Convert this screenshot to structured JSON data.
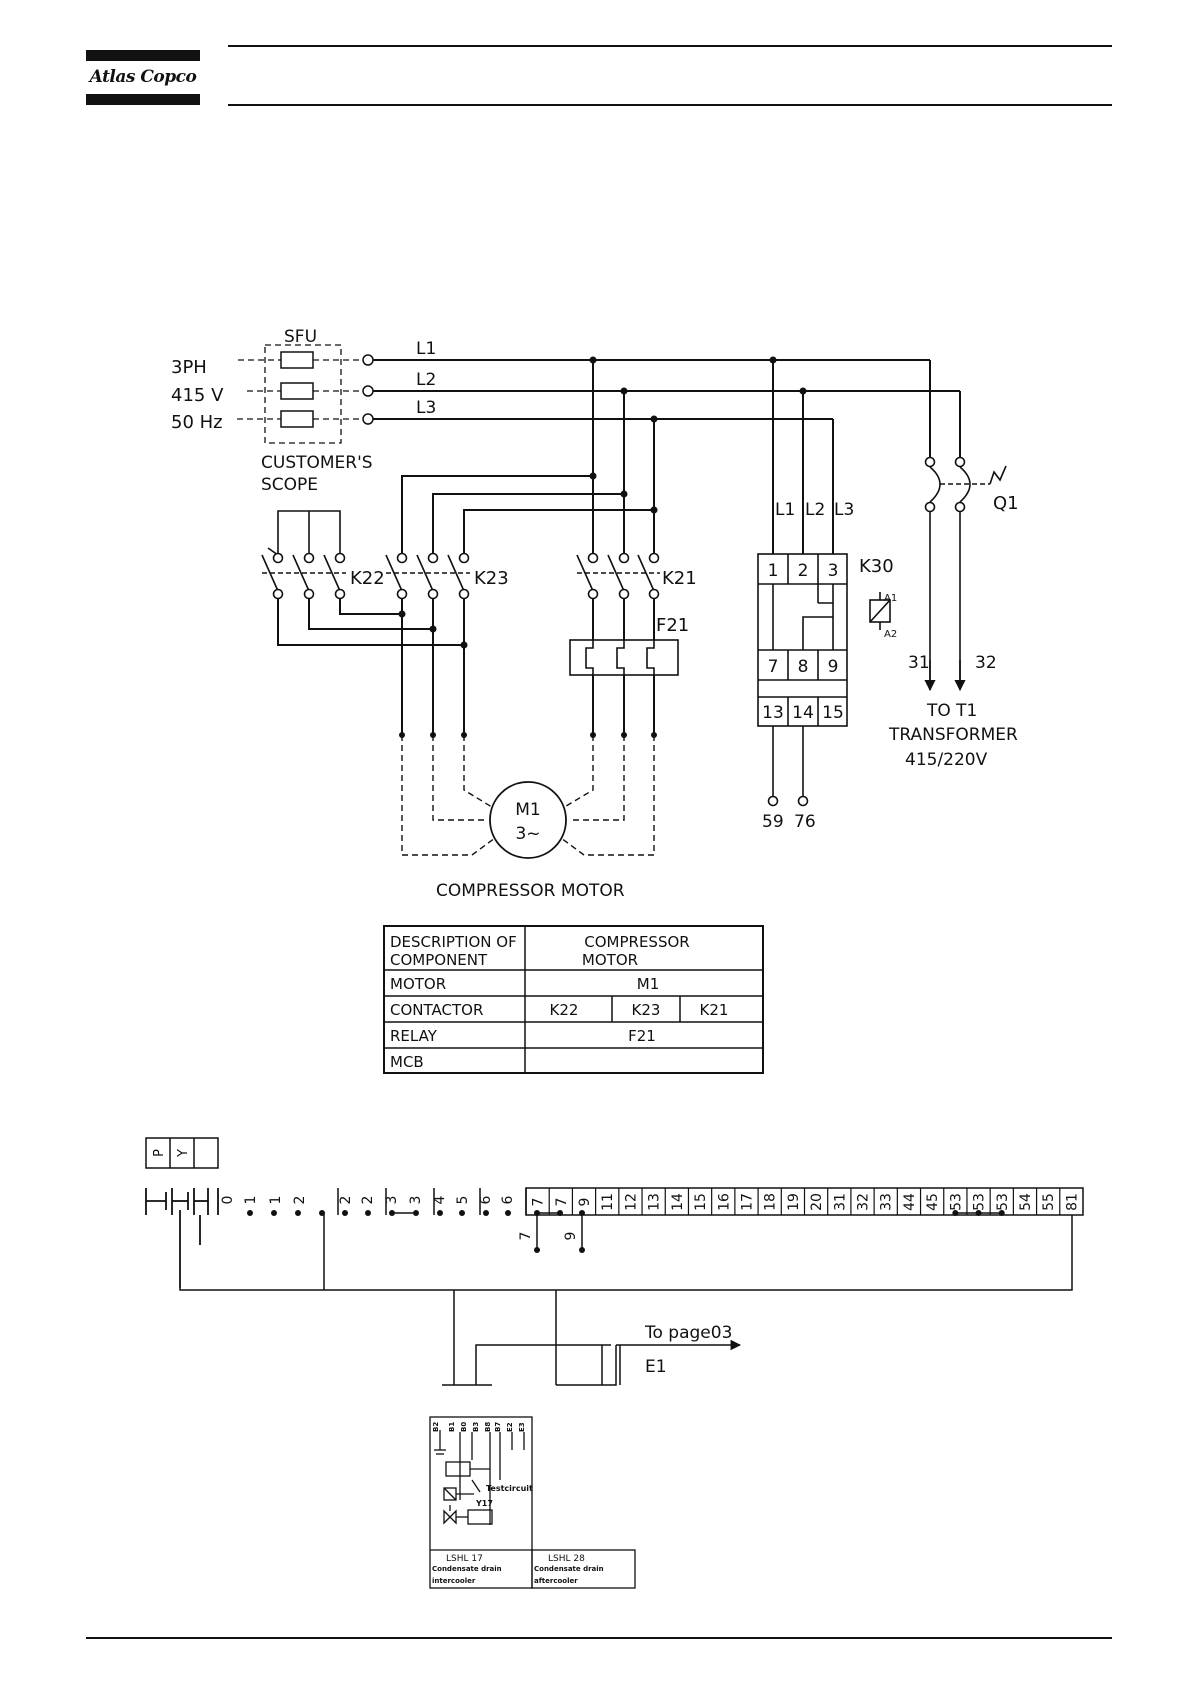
{
  "header": {
    "brand": "Atlas Copco"
  },
  "supply": {
    "phase": "3PH",
    "voltage": "415 V",
    "frequency": "50 Hz",
    "fuse_unit": "SFU",
    "scope_line1": "CUSTOMER'S",
    "scope_line2": "SCOPE"
  },
  "lines": [
    "L1",
    "L2",
    "L3"
  ],
  "contactors": {
    "k22": "K22",
    "k23": "K23",
    "k21": "K21"
  },
  "overload": "F21",
  "motor": {
    "id": "M1",
    "type": "3~",
    "caption": "COMPRESSOR MOTOR"
  },
  "relay_k30": {
    "id": "K30",
    "inputs": [
      "L1",
      "L2",
      "L3"
    ],
    "row1": [
      "1",
      "2",
      "3"
    ],
    "row2": [
      "7",
      "8",
      "9"
    ],
    "row3": [
      "13",
      "14",
      "15"
    ],
    "coil_a1": "A1",
    "coil_a2": "A2",
    "out1": "59",
    "out2": "76"
  },
  "breaker": {
    "id": "Q1",
    "out1": "31",
    "out2": "32",
    "to": "TO  T1",
    "transformer": "TRANSFORMER",
    "ratio": "415/220V"
  },
  "component_table": {
    "rows": [
      {
        "label": [
          "DESCRIPTION  OF",
          "COMPONENT"
        ],
        "values": [
          [
            "COMPRESSOR",
            "MOTOR"
          ]
        ]
      },
      {
        "label": [
          "MOTOR"
        ],
        "values": [
          [
            "M1"
          ]
        ]
      },
      {
        "label": [
          "CONTACTOR"
        ],
        "values": [
          [
            "K22"
          ],
          [
            "K23"
          ],
          [
            "K21"
          ]
        ]
      },
      {
        "label": [
          "RELAY"
        ],
        "values": [
          [
            "F21"
          ]
        ]
      },
      {
        "label": [
          "MCB"
        ],
        "values": [
          [
            ""
          ]
        ]
      }
    ]
  },
  "terminal_strip": {
    "header_cells": [
      "P",
      "Y"
    ],
    "left_terminals": [
      "0",
      "1",
      "1",
      "2"
    ],
    "mid_terminals": [
      "2",
      "2",
      "3",
      "3",
      "4",
      "5",
      "6",
      "6"
    ],
    "box_terminals": [
      "7",
      "7",
      "9",
      "11",
      "12",
      "13",
      "14",
      "15",
      "16",
      "17",
      "18",
      "19",
      "20",
      "31",
      "32",
      "33",
      "44",
      "45",
      "53",
      "53",
      "53",
      "54",
      "55",
      "81"
    ],
    "drop_labels": [
      "7",
      "9"
    ],
    "link_text": "To page03",
    "link_sub": "E1"
  },
  "drain_panel": {
    "top_labels": [
      "B2",
      "B1",
      "B0",
      "B3",
      "B8",
      "B7",
      "E2",
      "E3"
    ],
    "testcircuit": "Testcircuit",
    "y17": "Y17",
    "cells": [
      {
        "title": "LSHL 17",
        "line1": "Condensate drain",
        "line2": "intercooler"
      },
      {
        "title": "LSHL 28",
        "line1": "Condensate drain",
        "line2": "aftercooler"
      }
    ]
  }
}
